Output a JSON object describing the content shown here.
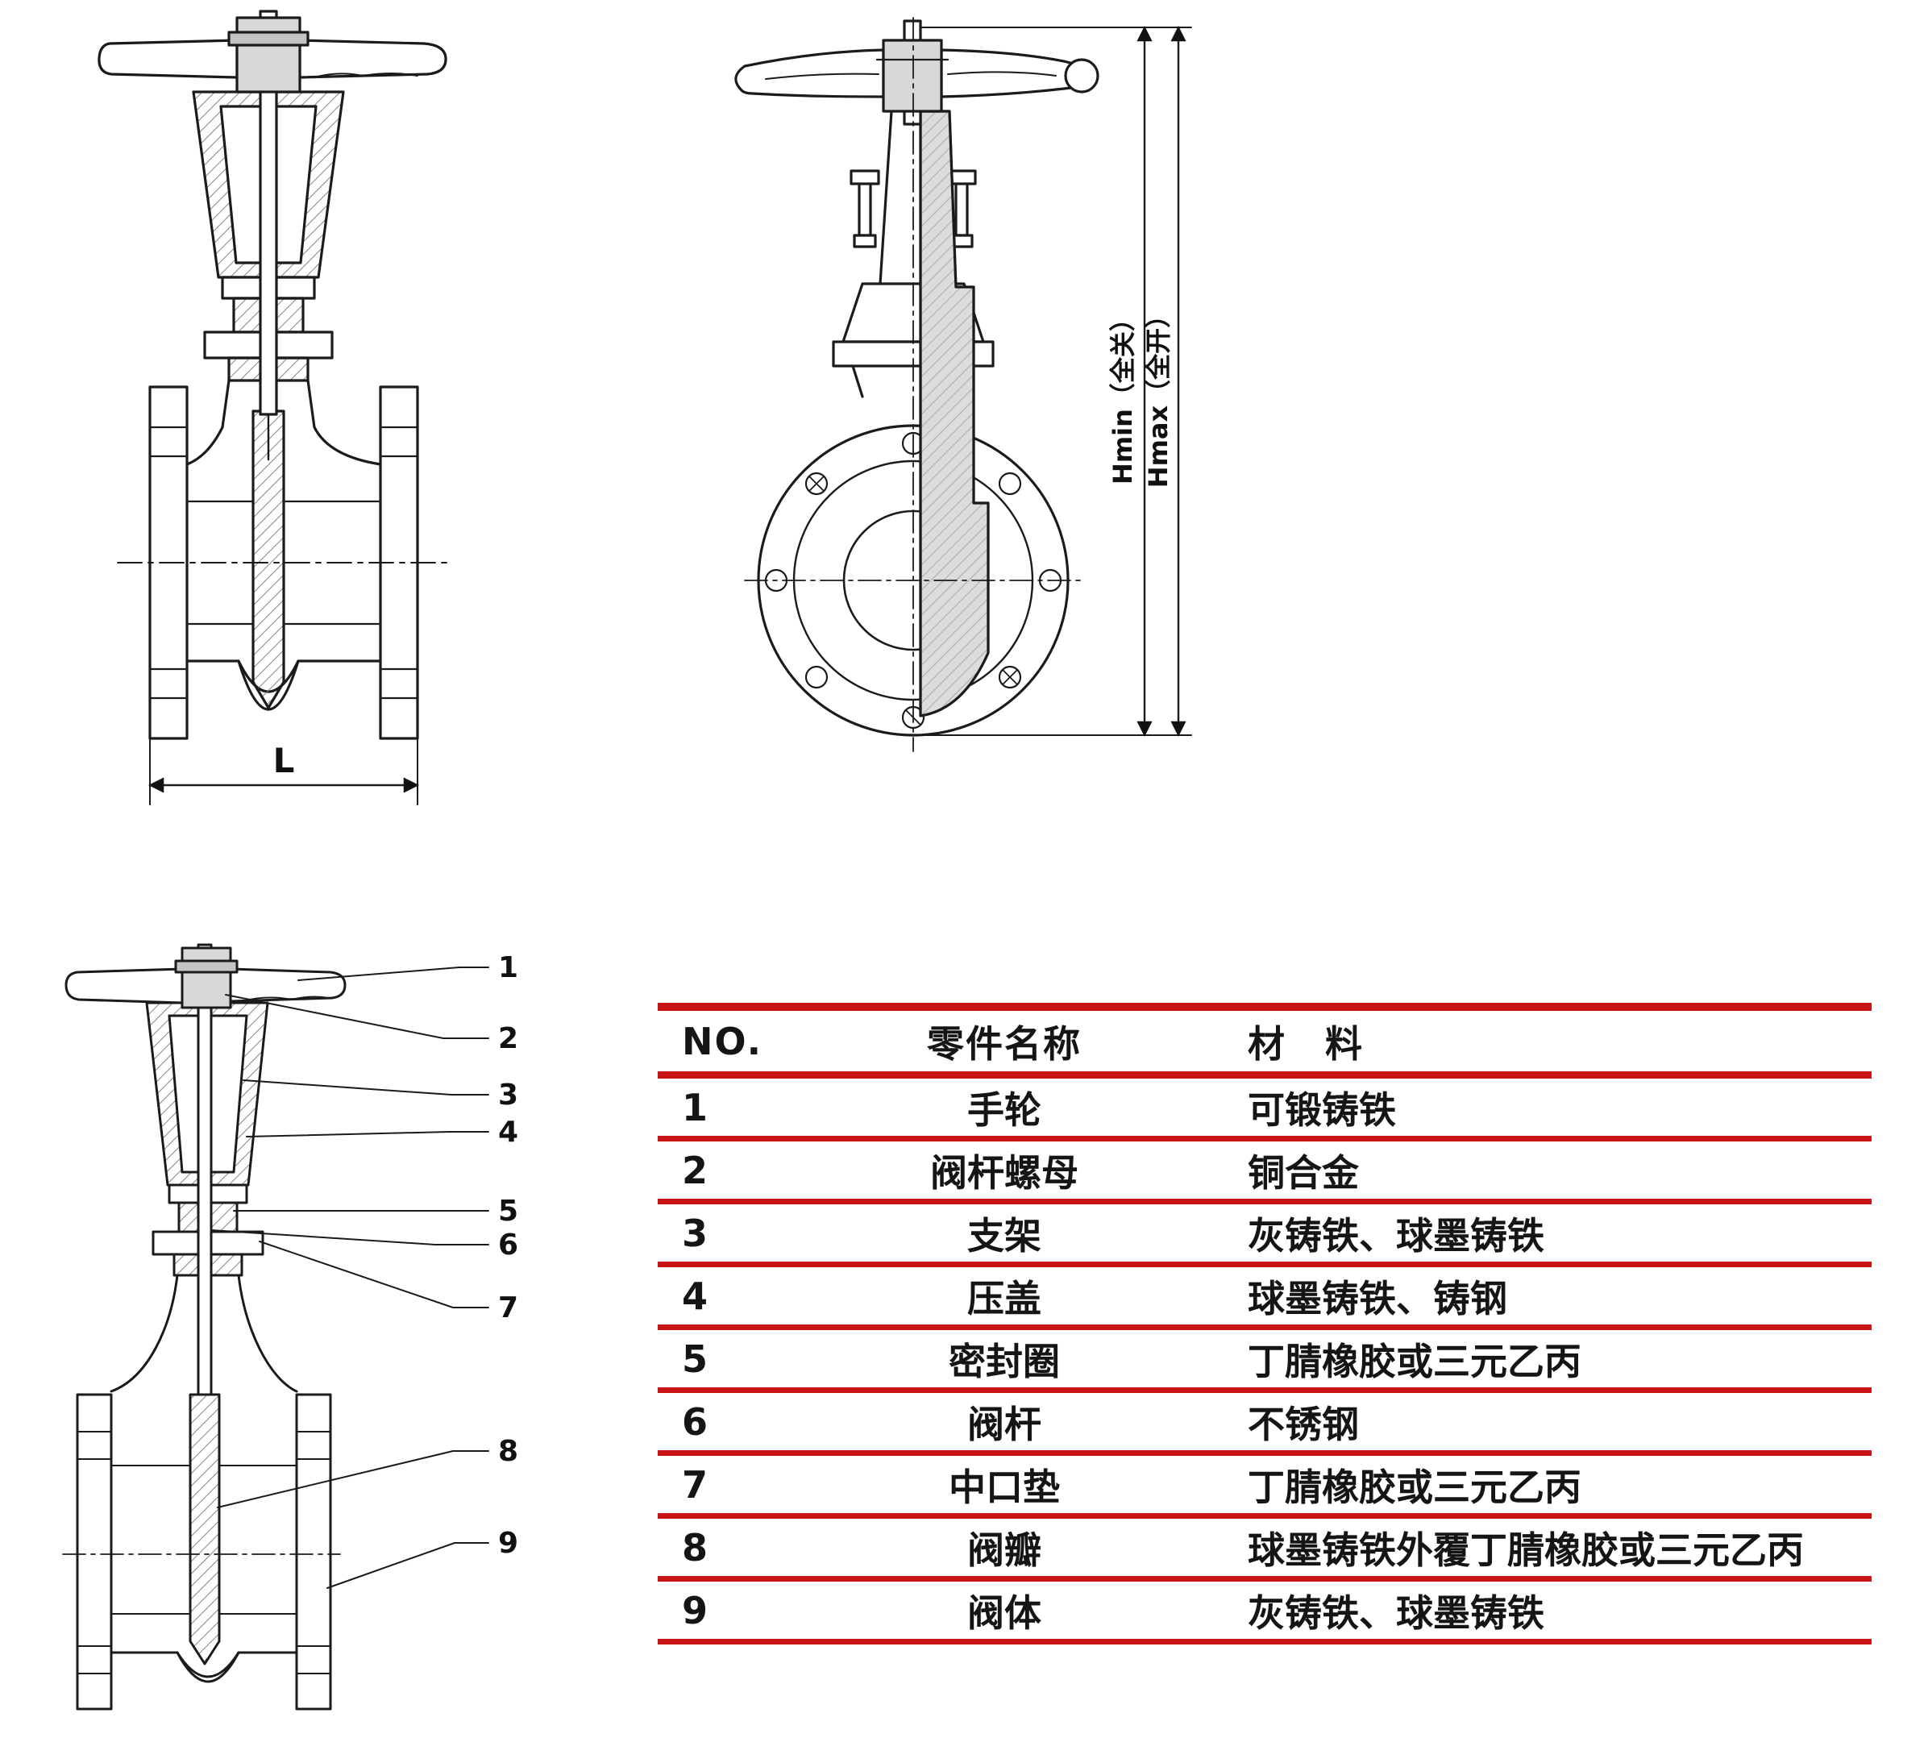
{
  "page": {
    "background": "#ffffff",
    "line_color": "#1b1b1b"
  },
  "drawings": {
    "side_view": {
      "description": "gate valve side cross-section",
      "dim_label": "L"
    },
    "front_view": {
      "description": "gate valve front view with half section",
      "dim_label_min": "Hmin（全关）",
      "dim_label_max": "Hmax（全开）"
    },
    "callout_view": {
      "description": "gate valve cross-section with numbered part callouts",
      "callouts": [
        "1",
        "2",
        "3",
        "4",
        "5",
        "6",
        "7",
        "8",
        "9"
      ]
    }
  },
  "table": {
    "accent_color": "#c81414",
    "headers": {
      "no": "NO.",
      "part": "零件名称",
      "material": "材　料"
    },
    "rows": [
      {
        "no": "1",
        "part": "手轮",
        "material": "可锻铸铁"
      },
      {
        "no": "2",
        "part": "阀杆螺母",
        "material": "铜合金"
      },
      {
        "no": "3",
        "part": "支架",
        "material": "灰铸铁、球墨铸铁"
      },
      {
        "no": "4",
        "part": "压盖",
        "material": "球墨铸铁、铸钢"
      },
      {
        "no": "5",
        "part": "密封圈",
        "material": "丁腈橡胶或三元乙丙"
      },
      {
        "no": "6",
        "part": "阀杆",
        "material": "不锈钢"
      },
      {
        "no": "7",
        "part": "中口垫",
        "material": "丁腈橡胶或三元乙丙"
      },
      {
        "no": "8",
        "part": "阀瓣",
        "material": "球墨铸铁外覆丁腈橡胶或三元乙丙"
      },
      {
        "no": "9",
        "part": "阀体",
        "material": "灰铸铁、球墨铸铁"
      }
    ]
  }
}
